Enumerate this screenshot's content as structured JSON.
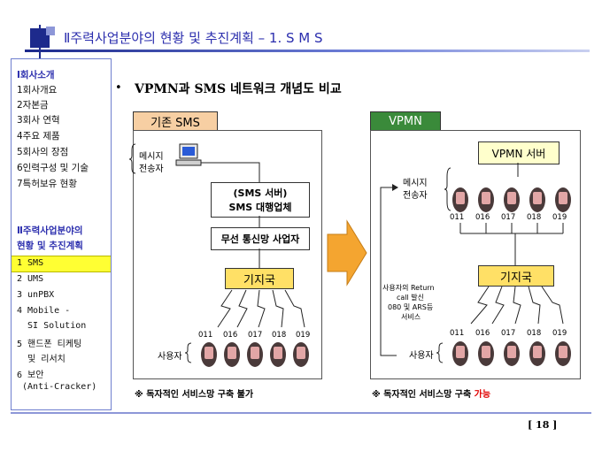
{
  "header": {
    "title": "Ⅱ주력사업분야의 현황 및 추진계획 – 1. S M S"
  },
  "sidebar": {
    "section1_title": "Ⅰ회사소개",
    "section1_items": [
      "1회사개요",
      "2자본금",
      "3회사 연혁",
      "4주요 제품",
      "5회사의 장점",
      "6인력구성 및 기술",
      "7특허보유 현황"
    ],
    "section2_title_line1": "Ⅱ주력사업분야의",
    "section2_title_line2": "현황 및 추진계획",
    "section2_items": [
      "1 SMS",
      "2 UMS",
      "3 unPBX",
      "4 Mobile -",
      "  SI Solution",
      "5 핸드폰 티케팅",
      "  및 리서치",
      "6 보안",
      " (Anti-Cracker)"
    ],
    "selected_index": 0,
    "highlight_color": "#ffff33"
  },
  "subtitle": {
    "bullet": "•",
    "text": "VPMN과 SMS 네트워크 개념도 비교"
  },
  "left_diagram": {
    "tab_label": "기존 SMS",
    "tab_color": "#f7cfa3",
    "sender_label_line1": "메시지",
    "sender_label_line2": "전송자",
    "server_box_line1": "(SMS 서버)",
    "server_box_line2": "SMS 대행업체",
    "wireless_box": "무선 통신망 사업자",
    "base_station": "기지국",
    "base_station_color": "#ffe066",
    "user_numbers": [
      "011",
      "016",
      "017",
      "018",
      "019"
    ],
    "user_label": "사용자",
    "footnote": "※ 독자적인 서비스망 구축 불가"
  },
  "arrow": {
    "color": "#f4a530"
  },
  "right_diagram": {
    "tab_label": "VPMN",
    "tab_color": "#3a8a3a",
    "server_box": "VPMN 서버",
    "server_box_color": "#ffffcc",
    "sender_label_line1": "메시지",
    "sender_label_line2": "전송자",
    "top_numbers": [
      "011",
      "016",
      "017",
      "018",
      "019"
    ],
    "base_station": "기지국",
    "base_station_color": "#ffe066",
    "service_note_lines": [
      "사용자의 Return",
      "call 발신",
      "080 및 ARS등",
      "서비스"
    ],
    "user_numbers": [
      "011",
      "016",
      "017",
      "018",
      "019"
    ],
    "user_label": "사용자",
    "footnote_prefix": "※ 독자적인 서비스망 구축 ",
    "footnote_highlight": "가능",
    "footnote_highlight_color": "#e00000"
  },
  "page_number": "[ 18 ]"
}
